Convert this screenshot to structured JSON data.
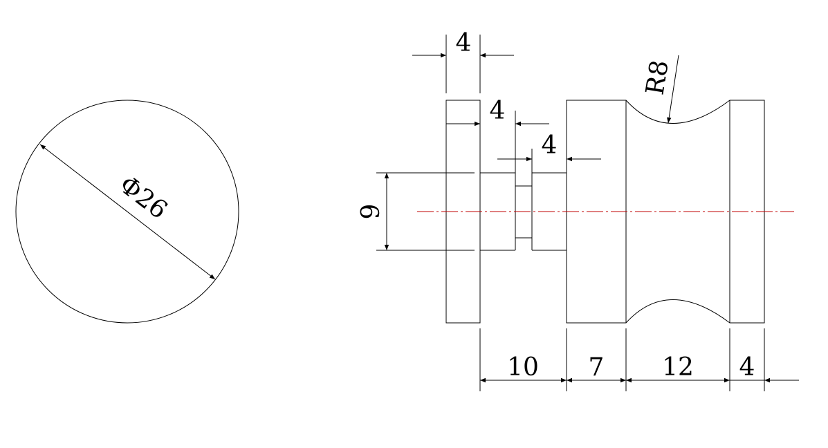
{
  "drawing": {
    "diameter_label": "Φ26",
    "radius_label": "R8",
    "height_label": "9",
    "top_dims": [
      "4",
      "4",
      "4"
    ],
    "bottom_dims": [
      "10",
      "7",
      "12",
      "4"
    ],
    "centerline_color": "#c00000"
  }
}
